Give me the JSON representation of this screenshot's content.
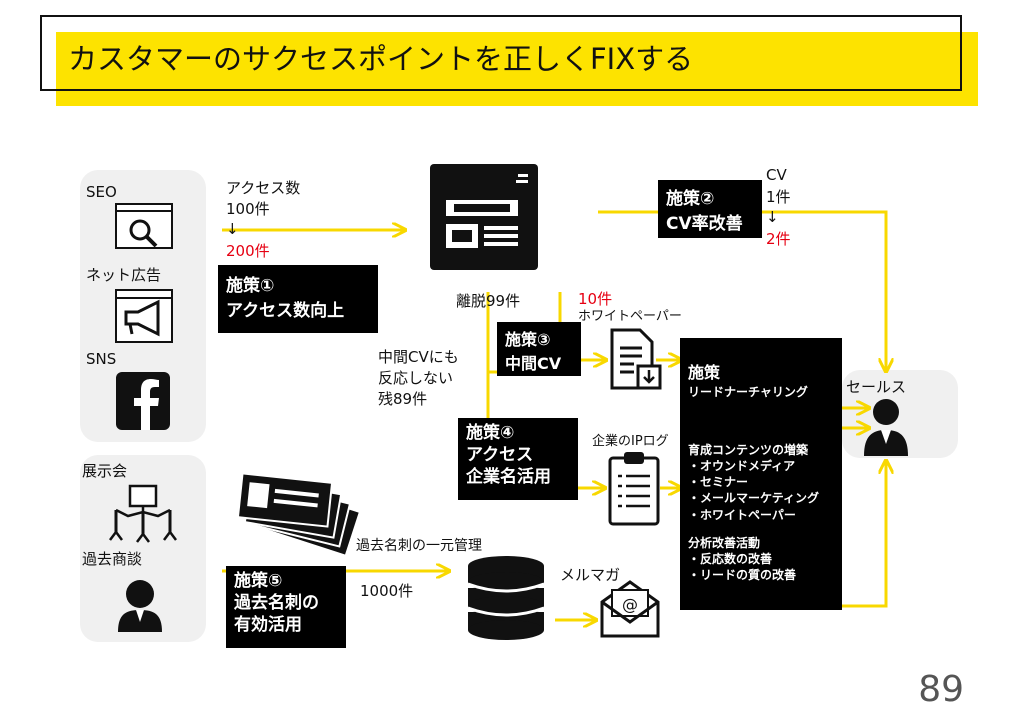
{
  "title": "カスタマーのサクセスポイントを正しくFIXする",
  "page_number": "89",
  "channels": {
    "seo": "SEO",
    "net_ad": "ネット広告",
    "sns": "SNS",
    "exhibition": "展示会",
    "past_meeting": "過去商談"
  },
  "access": {
    "label": "アクセス数",
    "before": "100件",
    "arrow": "↓",
    "after": "200件"
  },
  "measure1": {
    "line1": "施策①",
    "line2": "アクセス数向上"
  },
  "measure2": {
    "line1": "施策②",
    "line2": "CV率改善"
  },
  "cv": {
    "label": "CV",
    "before": "1件",
    "arrow": "↓",
    "after": "2件"
  },
  "bounce": "離脱99件",
  "whitepaper": {
    "count": "10件",
    "label": "ホワイトペーパー"
  },
  "measure3": {
    "line1": "施策③",
    "line2": "中間CV"
  },
  "no_response": [
    "中間CVにも",
    "反応しない",
    "残89件"
  ],
  "measure4": {
    "line1": "施策④",
    "line2": "アクセス",
    "line3": "企業名活用"
  },
  "ip_log": "企業のIPログ",
  "measure5": {
    "line1": "施策⑤",
    "line2": "過去名刺の",
    "line3": "有効活用"
  },
  "card_mgmt": "過去名刺の一元管理",
  "card_count": "1000件",
  "mail_magazine": "メルマガ",
  "lead_box": {
    "title": "施策",
    "subtitle": "リードナーチャリング",
    "nurture_heading": "育成コンテンツの増築",
    "nurture_items": [
      "・オウンドメディア",
      "・セミナー",
      "・メールマーケティング",
      "・ホワイトペーパー"
    ],
    "analysis_heading": "分析改善活動",
    "analysis_items": [
      "・反応数の改善",
      "・リードの質の改善"
    ]
  },
  "sales": "セールス",
  "colors": {
    "accent": "#fde300",
    "arrow": "#f8d800",
    "highlight": "#e60012"
  }
}
